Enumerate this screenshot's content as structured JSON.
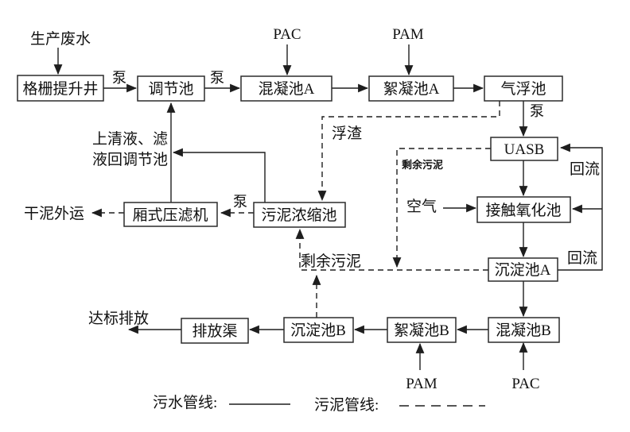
{
  "nodes": {
    "grid_lift_well": "格栅提升井",
    "regulating_tank": "调节池",
    "mixing_tank_a": "混凝池A",
    "flocculation_tank_a": "絮凝池A",
    "air_flotation_tank": "气浮池",
    "uasb": "UASB",
    "contact_oxidation_tank": "接触氧化池",
    "sedimentation_tank_a": "沉淀池A",
    "mixing_tank_b": "混凝池B",
    "flocculation_tank_b": "絮凝池B",
    "sedimentation_tank_b": "沉淀池B",
    "discharge_channel": "排放渠",
    "chamber_filter_press": "厢式压滤机",
    "sludge_thickening_tank": "污泥浓缩池"
  },
  "labels": {
    "influent": "生产废水",
    "pump": "泵",
    "pac": "PAC",
    "pam": "PAM",
    "reflux": "回流",
    "air": "空气",
    "excess_sludge": "剩余污泥",
    "scum": "浮渣",
    "supernatant_return_line1": "上清液、滤",
    "supernatant_return_line2": "液回调节池",
    "dry_sludge_out": "干泥外运",
    "standard_discharge": "达标排放"
  },
  "legend": {
    "sewage_label": "污水管线:",
    "sludge_label": "污泥管线:"
  },
  "colors": {
    "line": "#1e1e1e",
    "box_stroke": "#2b2b2b",
    "box_fill": "#ffffff",
    "text": "#111111"
  }
}
